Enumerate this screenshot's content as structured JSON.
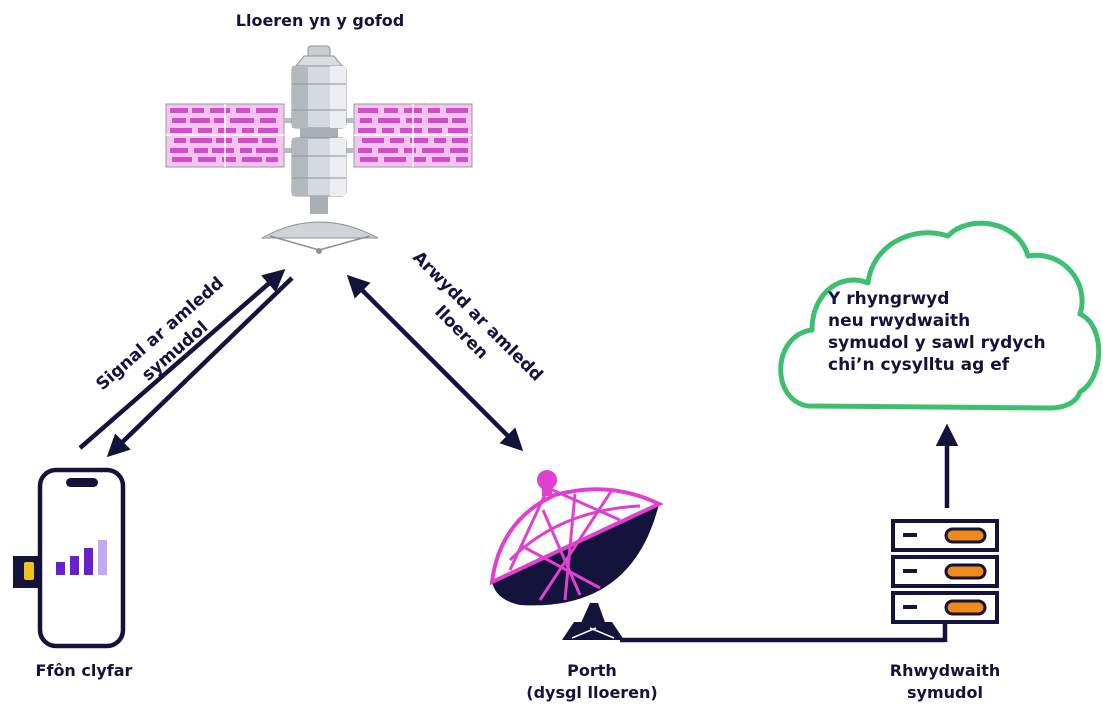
{
  "labels": {
    "satellite": "Lloeren yn y gofod",
    "phone": "Ffôn clyfar",
    "gateway_line1": "Porth",
    "gateway_line2": "(dysgl lloeren)",
    "network_line1": "Rhwydwaith",
    "network_line2": "symudol"
  },
  "arrows": {
    "left_line1": "Signal ar amledd",
    "left_line2": "symudol",
    "right_line1": "Arwydd ar amledd",
    "right_line2": "lloeren"
  },
  "cloud": {
    "line1": "Y rhyngrwyd",
    "line2": "neu rwydwaith",
    "line3": "symudol y sawl rydych",
    "line4": "chi’n cysylltu ag ef"
  },
  "colors": {
    "navy": "#14133b",
    "magenta": "#e040d0",
    "purple": "#6a1fd0",
    "lavender": "#c4a8f0",
    "green": "#3dbf72",
    "orange": "#f08a1a",
    "yellow": "#f2c21a",
    "grey": "#c9ccd1"
  },
  "icons": [
    "satellite-icon",
    "smartphone-icon",
    "sim-card-icon",
    "signal-bars-icon",
    "satellite-dish-icon",
    "server-rack-icon",
    "cloud-icon"
  ]
}
